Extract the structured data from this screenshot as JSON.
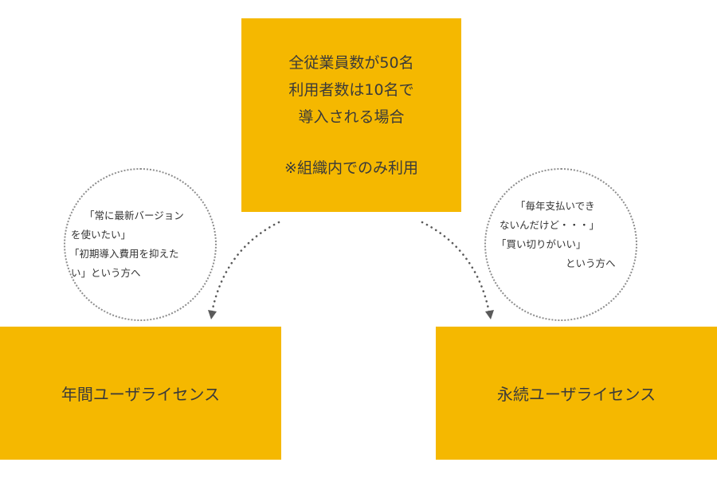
{
  "top_box": {
    "line1": "全従業員数が50名",
    "line2": "利用者数は10名で",
    "line3": "導入される場合",
    "line4": "※組織内でのみ利用"
  },
  "left_bubble": {
    "line1": "「常に最新バージョン",
    "line2": "を使いたい」",
    "line3": "「初期導入費用を抑えた",
    "line4": "い」という方へ"
  },
  "right_bubble": {
    "line1": "「毎年支払いでき",
    "line2": "ないんだけど・・・」",
    "line3": "「買い切りがいい」",
    "line4": "という方へ"
  },
  "left_box": {
    "label": "年間ユーザライセンス"
  },
  "right_box": {
    "label": "永続ユーザライセンス"
  },
  "colors": {
    "box_fill": "#f5b800",
    "text": "#3a3a3a",
    "dotted_line": "#5a5a5a",
    "bubble_border": "#8d8d8d"
  }
}
